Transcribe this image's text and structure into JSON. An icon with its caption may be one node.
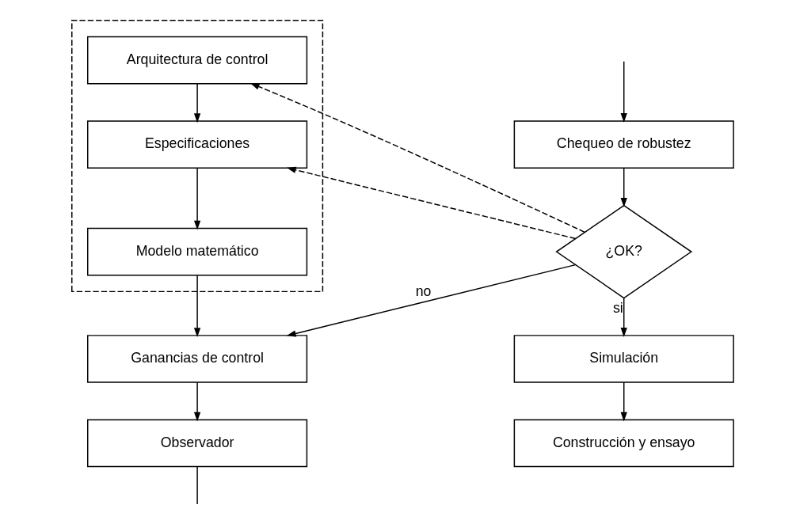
{
  "diagram": {
    "nodes": [
      {
        "text": [],
        "shape": "box"
      },
      {
        "text": [
          "Arquitectura de control"
        ],
        "in": 0
      },
      {
        "text": [
          "Especificaciones"
        ],
        "in": 0
      },
      {
        "text": [
          "Modelo matemático"
        ],
        "in": 0
      },
      {
        "text": [
          "Ganancias de control"
        ]
      },
      {
        "text": [
          "Observador"
        ]
      },
      {
        "text": [
          "Chequeo de robustez"
        ]
      },
      {
        "text": [
          "¿OK?"
        ]
      },
      {
        "text": [
          "Simulación"
        ]
      },
      {
        "text": [
          "Construcción y ensayo"
        ]
      }
    ],
    "edges": [
      {
        "from": 1,
        "to": 2,
        "arrow": "to"
      },
      {
        "from": 2,
        "to": 3,
        "arrow": "to"
      },
      {
        "from": 3,
        "to": 4,
        "arrow": "to"
      },
      {
        "from": 4,
        "to": 5,
        "arrow": "to"
      },
      {
        "from": 5,
        "to": null,
        "arrow": "none"
      },
      {
        "from": null,
        "to": 6,
        "arrow": "to"
      },
      {
        "from": 6,
        "to": 7,
        "arrow": "to"
      },
      {
        "from": 7,
        "to": 4,
        "arrow": "to",
        "label": "no"
      },
      {
        "from": 7,
        "to": 1,
        "arrow": "to",
        "style": "dashed"
      },
      {
        "from": 7,
        "to": 2,
        "arrow": "to",
        "style": "dashed"
      },
      {
        "from": 7,
        "to": 8,
        "arrow": "to",
        "label": "si"
      },
      {
        "from": 8,
        "to": 9,
        "arrow": "to"
      }
    ]
  }
}
